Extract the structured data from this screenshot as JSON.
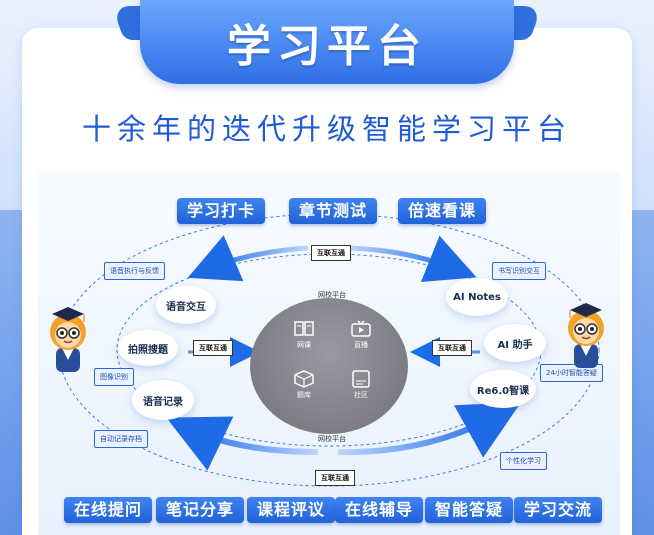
{
  "header": {
    "title": "学习平台",
    "subtitle": "十余年的迭代升级智能学习平台"
  },
  "top_tags": [
    "学习打卡",
    "章节测试",
    "倍速看课"
  ],
  "bottom_tags": [
    "在线提问",
    "笔记分享",
    "课程评议",
    "在线辅导",
    "智能答疑",
    "学习交流"
  ],
  "bubbles": {
    "voice_interaction": "语音交互",
    "photo_search": "拍照搜题",
    "voice_record": "语音记录",
    "ai_notes": "AI Notes",
    "ai_assistant": "AI 助手",
    "re_smart_course": "Re6.0智课"
  },
  "notes": {
    "voice_exec": "语音执行与反馈",
    "image_recog": "图像识别",
    "auto_record": "自动记录存档",
    "handwriting": "书写识别交互",
    "smart_tutor": "24小时智能答疑",
    "personal_learning": "个性化学习"
  },
  "links": {
    "top": "互联互通",
    "left": "互联互通",
    "right": "互联互通",
    "bottom": "互联互通"
  },
  "platform_labels": {
    "top": "网校平台",
    "bottom": "网校平台"
  },
  "core": {
    "items": [
      {
        "label": "网课",
        "icon": "book-icon"
      },
      {
        "label": "直播",
        "icon": "tv-icon"
      },
      {
        "label": "题库",
        "icon": "box-icon"
      },
      {
        "label": "社区",
        "icon": "app-icon"
      }
    ]
  },
  "colors": {
    "accent": "#2f6fe6",
    "tag": "#2263d8",
    "core": "#808088"
  }
}
